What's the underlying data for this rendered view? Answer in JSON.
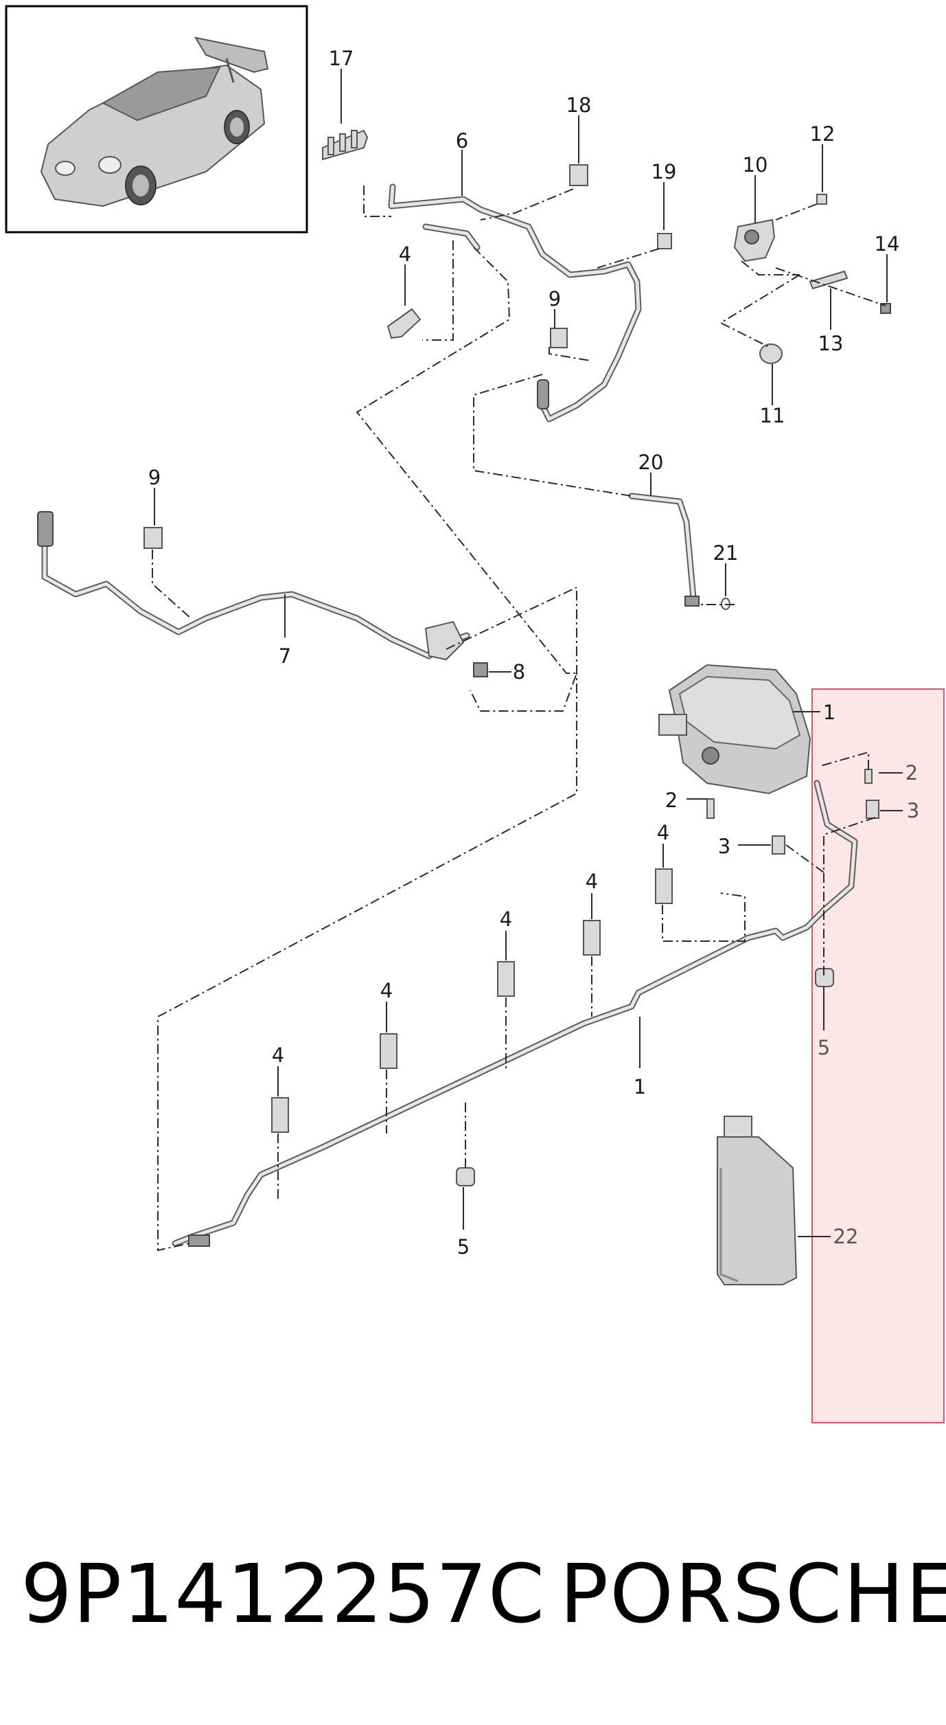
{
  "callouts": {
    "c1_top": "1",
    "c1_mid": "1",
    "c2_right": "2",
    "c2_left": "2",
    "c3_right": "3",
    "c3_left": "3",
    "c4_a": "4",
    "c4_b": "4",
    "c4_c": "4",
    "c4_d": "4",
    "c4_e": "4",
    "c4_f": "4",
    "c5_right": "5",
    "c5_bottom": "5",
    "c6": "6",
    "c7": "7",
    "c8": "8",
    "c9_top": "9",
    "c9_left": "9",
    "c10": "10",
    "c11": "11",
    "c12": "12",
    "c13": "13",
    "c14": "14",
    "c17": "17",
    "c18": "18",
    "c19": "19",
    "c20": "20",
    "c21": "21",
    "c22": "22"
  },
  "footer": {
    "part_number": "9P1412257C",
    "brand": "PORSCHE"
  },
  "colors": {
    "highlight_border": "#d9555f",
    "highlight_fill": "#fde6ea",
    "line": "#2b2b2b"
  },
  "icons": {
    "thumbnail": "car-illustration-icon",
    "reservoir": "hydraulic-reservoir-icon",
    "bottle": "fluid-bottle-icon"
  }
}
